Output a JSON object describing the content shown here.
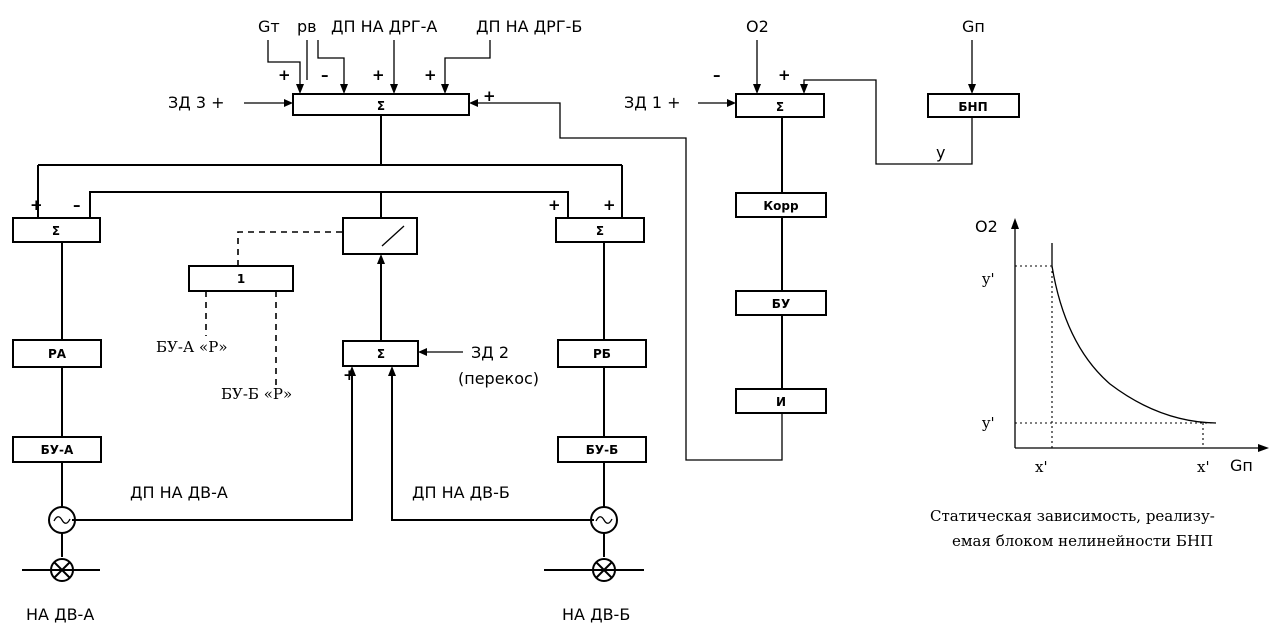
{
  "inputs": {
    "gt": "Gт",
    "pv": "pв",
    "dp_drg_a": "ДП НА ДРГ-А",
    "dp_drg_b": "ДП НА ДРГ-Б",
    "o2": "O2",
    "gp": "Gп"
  },
  "setpoints": {
    "zd3": "ЗД 3 +",
    "zd1": "ЗД 1 +",
    "zd2": "ЗД 2",
    "zd2_note": "(перекос)"
  },
  "blocks": {
    "sum": "Σ",
    "bnp": "БНП",
    "korr": "Корр",
    "bu": "БУ",
    "i": "И",
    "one": "1",
    "pa": "PА",
    "pb": "PБ",
    "bua": "БУ-А",
    "bub": "БУ-Б"
  },
  "signals": {
    "y": "y",
    "bua_p": "БУ-А «Р»",
    "bub_p": "БУ-Б «Р»",
    "dp_dv_a": "ДП НА ДВ-А",
    "dp_dv_b": "ДП НА ДВ-Б",
    "na_dv_a": "НА ДВ-А",
    "na_dv_b": "НА ДВ-Б"
  },
  "signs": {
    "plus": "+",
    "minus": "–"
  },
  "graph": {
    "y_axis": "O2",
    "x_axis": "Gп",
    "y_upper": "y'",
    "y_lower": "y'",
    "x_left": "x'",
    "x_right": "x'",
    "caption_line1": "Статическая зависимость, реализу-",
    "caption_line2": "емая блоком нелинейности БНП"
  }
}
